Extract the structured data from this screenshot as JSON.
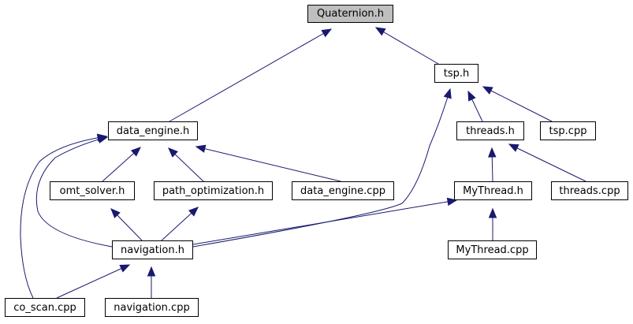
{
  "graph": {
    "title": "Quaternion.h",
    "colors": {
      "edge": "#191970",
      "root_fill": "#bfbfbf",
      "node_fill": "#ffffff",
      "node_border": "#000000"
    },
    "nodes": {
      "quaternion": "Quaternion.h",
      "tsp_h": "tsp.h",
      "data_engine_h": "data_engine.h",
      "threads_h": "threads.h",
      "tsp_cpp": "tsp.cpp",
      "omt_solver_h": "omt_solver.h",
      "path_optimization_h": "path_optimization.h",
      "data_engine_cpp": "data_engine.cpp",
      "mythread_h": "MyThread.h",
      "threads_cpp": "threads.cpp",
      "navigation_h": "navigation.h",
      "mythread_cpp": "MyThread.cpp",
      "co_scan_cpp": "co_scan.cpp",
      "navigation_cpp": "navigation.cpp"
    },
    "edges": [
      {
        "from": "data_engine_h",
        "to": "quaternion"
      },
      {
        "from": "tsp_h",
        "to": "quaternion"
      },
      {
        "from": "threads_h",
        "to": "tsp_h"
      },
      {
        "from": "tsp_cpp",
        "to": "tsp_h"
      },
      {
        "from": "navigation_h",
        "to": "tsp_h"
      },
      {
        "from": "omt_solver_h",
        "to": "data_engine_h"
      },
      {
        "from": "path_optimization_h",
        "to": "data_engine_h"
      },
      {
        "from": "data_engine_cpp",
        "to": "data_engine_h"
      },
      {
        "from": "navigation_h",
        "to": "data_engine_h"
      },
      {
        "from": "co_scan_cpp",
        "to": "data_engine_h"
      },
      {
        "from": "mythread_h",
        "to": "threads_h"
      },
      {
        "from": "threads_cpp",
        "to": "threads_h"
      },
      {
        "from": "navigation_h",
        "to": "omt_solver_h"
      },
      {
        "from": "navigation_h",
        "to": "path_optimization_h"
      },
      {
        "from": "navigation_h",
        "to": "mythread_h"
      },
      {
        "from": "mythread_cpp",
        "to": "mythread_h"
      },
      {
        "from": "co_scan_cpp",
        "to": "navigation_h"
      },
      {
        "from": "navigation_cpp",
        "to": "navigation_h"
      }
    ]
  }
}
